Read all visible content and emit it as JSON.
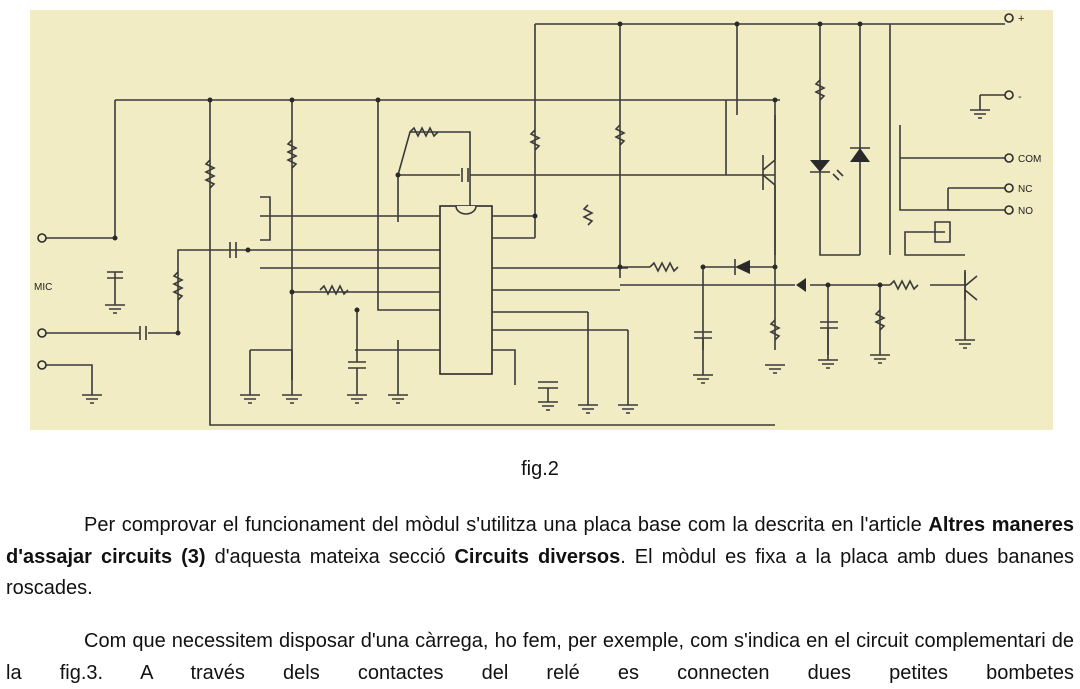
{
  "figure": {
    "labels": {
      "plus": "+",
      "minus": "-",
      "com": "COM",
      "nc": "NC",
      "no": "NO",
      "mic": "MIC"
    },
    "caption": "fig.2"
  },
  "paragraph1": {
    "t1": "Per comprovar el funcionament del mòdul s'utilitza una placa base com la descrita en l'article ",
    "b1": "Altres maneres d'assajar circuits (3)",
    "t2": " d'aquesta mateixa secció ",
    "b2": "Circuits diversos",
    "t3": ". El mòdul es fixa a la placa amb dues bananes roscades."
  },
  "paragraph2": {
    "text": "Com que necessitem disposar d'una càrrega, ho fem, per exemple, com s'indica en el circuit complementari de la fig.3. A través dels contactes del relé es connecten dues petites bombetes"
  }
}
